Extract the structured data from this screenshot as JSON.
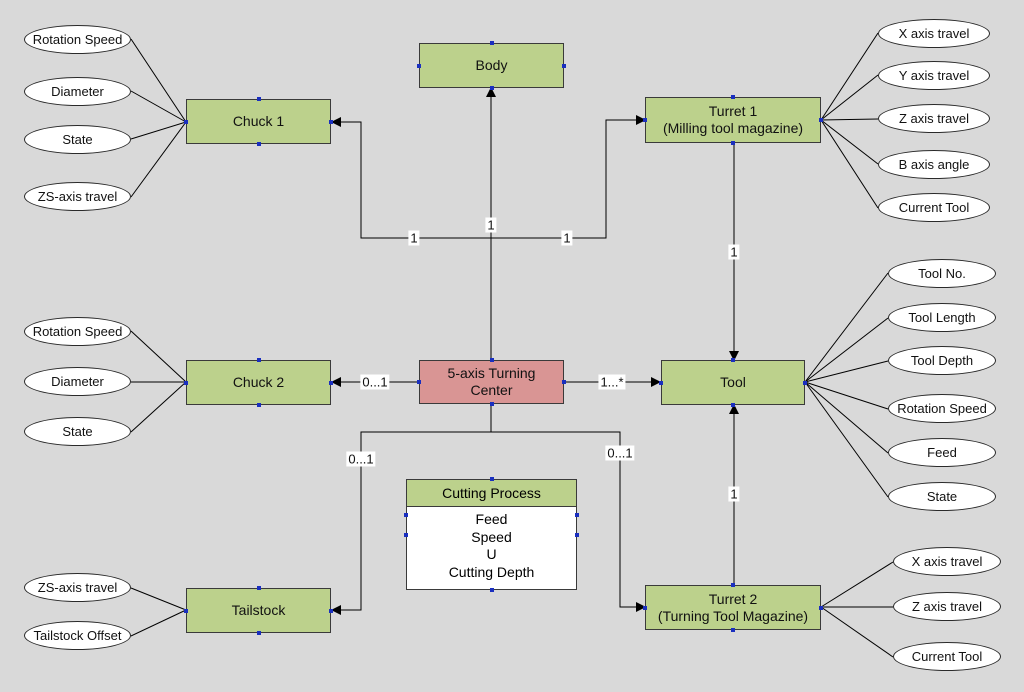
{
  "entities": {
    "body": "Body",
    "chuck1": "Chuck 1",
    "turret1": [
      "Turret 1",
      "(Milling tool magazine)"
    ],
    "chuck2": "Chuck 2",
    "center": [
      "5-axis Turning",
      "Center"
    ],
    "tool": "Tool",
    "tailstock": "Tailstock",
    "turret2": [
      "Turret 2",
      "(Turning Tool Magazine)"
    ]
  },
  "cutting_process": {
    "title": "Cutting Process",
    "attributes": [
      "Feed",
      "Speed",
      "U",
      "Cutting Depth"
    ]
  },
  "attributes": {
    "chuck1": [
      "Rotation Speed",
      "Diameter",
      "State",
      "ZS-axis travel"
    ],
    "turret1": [
      "X axis travel",
      "Y axis travel",
      "Z axis travel",
      "B axis angle",
      "Current Tool"
    ],
    "chuck2": [
      "Rotation Speed",
      "Diameter",
      "State"
    ],
    "tool": [
      "Tool No.",
      "Tool Length",
      "Tool Depth",
      "Rotation Speed",
      "Feed",
      "State"
    ],
    "tailstock": [
      "ZS-axis travel",
      "Tailstock Offset"
    ],
    "turret2": [
      "X axis travel",
      "Z axis travel",
      "Current Tool"
    ]
  },
  "multiplicities": {
    "chuck1": "1",
    "body": "1",
    "turret1": "1",
    "chuck2": "0...1",
    "tool": "1...*",
    "tailstock": "0...1",
    "turret2": "0...1",
    "turret1_tool": "1",
    "turret2_tool": "1"
  }
}
